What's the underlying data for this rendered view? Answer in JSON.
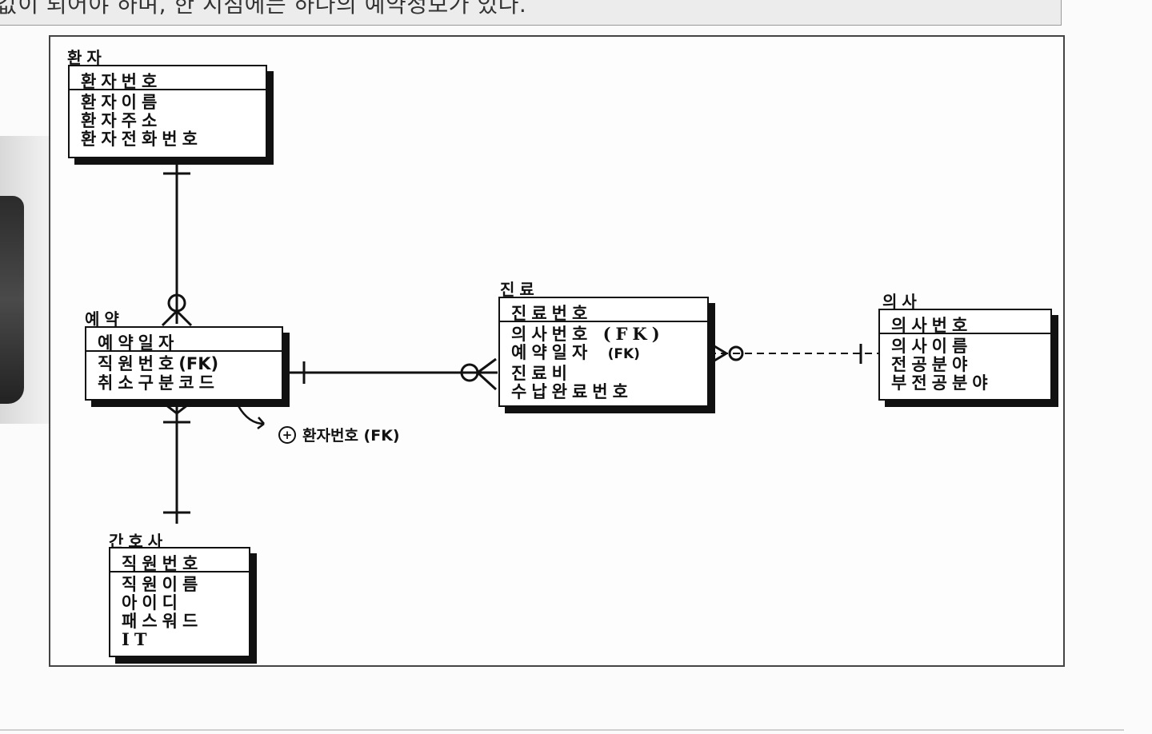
{
  "header_text": "값이 되어야 하며, 한 시점에는 하나의 예약정보가 있다.",
  "entities": {
    "patient": {
      "label": "환자",
      "key": "환자번호",
      "attrs": [
        "환자이름",
        "환자주소",
        "환자전화번호"
      ]
    },
    "reservation": {
      "label": "예약",
      "key": "예약일자",
      "attrs": [
        "직원번호",
        "취소구분코드"
      ],
      "handwritten_fk": "(FK)"
    },
    "nurse": {
      "label": "간호사",
      "key": "직원번호",
      "attrs": [
        "직원이름",
        "아이디",
        "패스워드",
        "IT"
      ]
    },
    "treatment": {
      "label": "진료",
      "key": "진료번호",
      "attrs": [
        "의사번호 (FK)",
        "예약일자",
        "진료비",
        "수납완료번호"
      ],
      "handwritten_fk": "(FK)"
    },
    "doctor": {
      "label": "의사",
      "key": "의사번호",
      "attrs": [
        "의사이름",
        "전공분야",
        "부전공분야"
      ]
    }
  },
  "annotation": {
    "icon": "plus-circle-icon",
    "text": "환자번호 (FK)"
  },
  "colors": {
    "line": "#111111",
    "frame": "#444444",
    "background": "#fbfbfb"
  }
}
